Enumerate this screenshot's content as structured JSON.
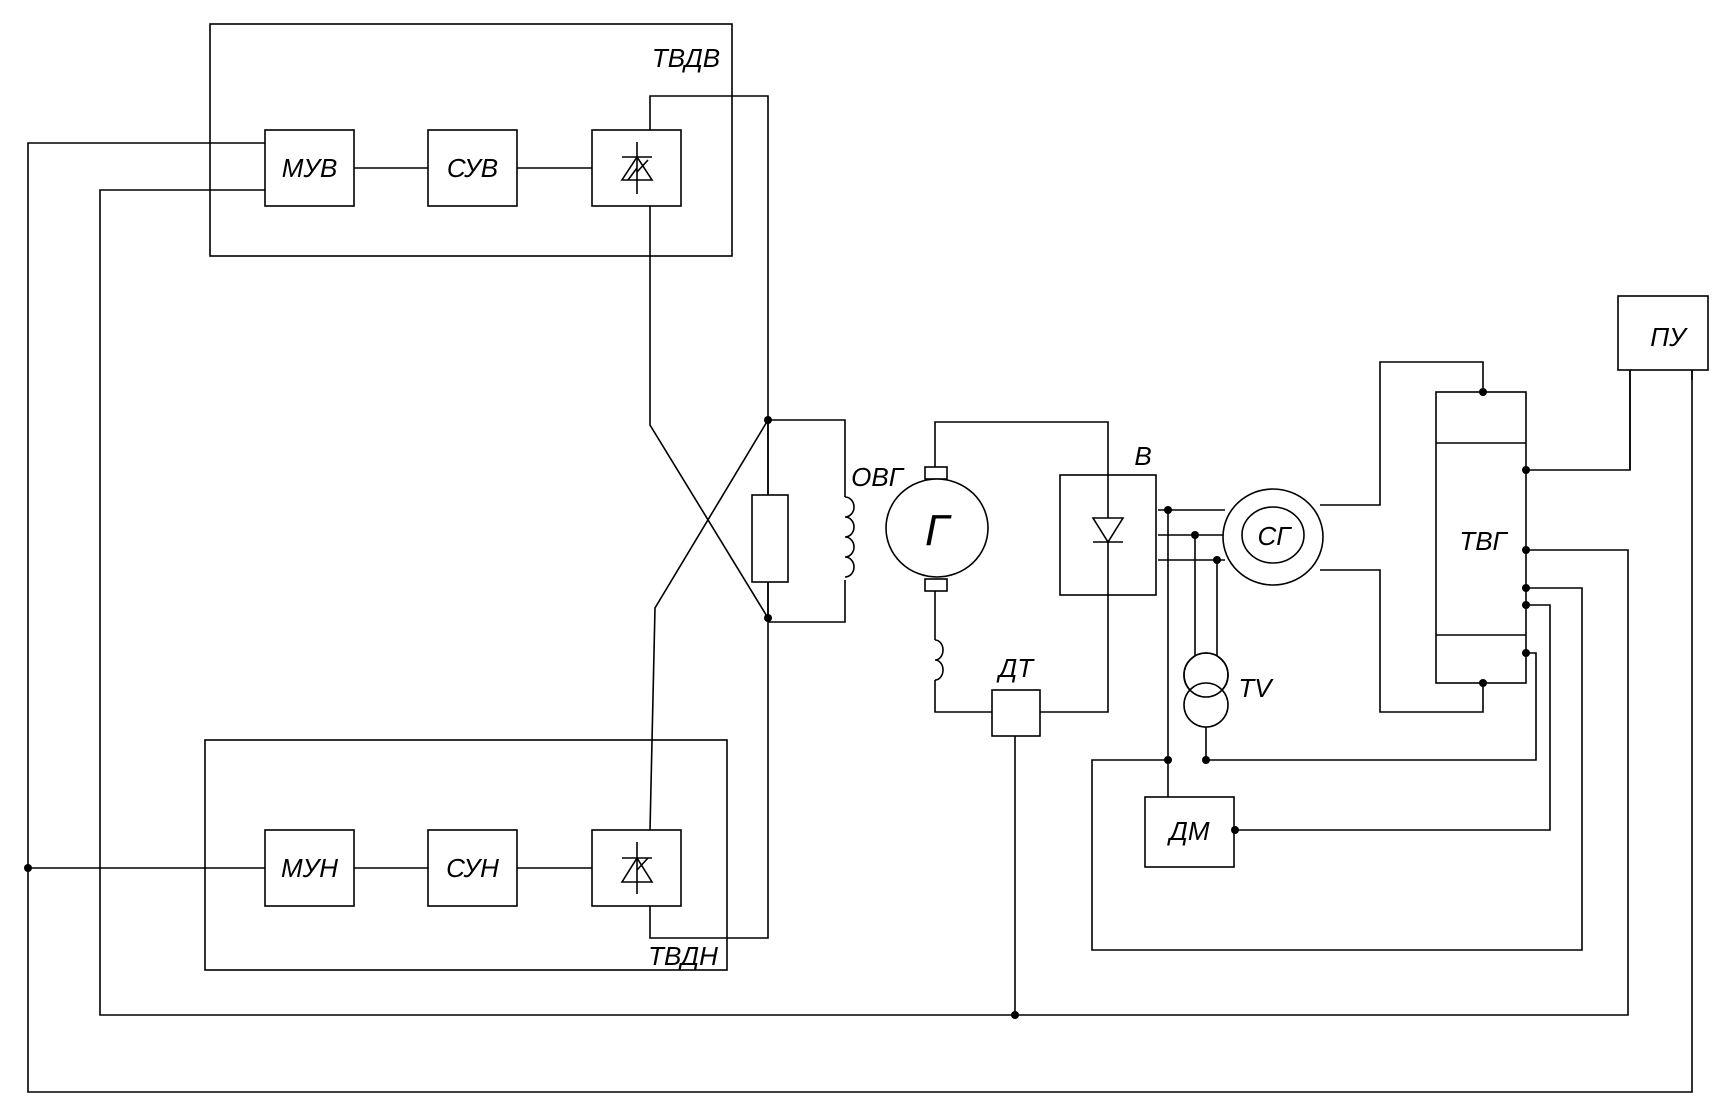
{
  "labels": {
    "tvdv": "ТВДВ",
    "tvdn": "ТВДН",
    "muv": "МУВ",
    "suv": "СУВ",
    "mun": "МУН",
    "sun": "СУН",
    "ovg": "ОВГ",
    "g": "Г",
    "v": "В",
    "dt": "ДТ",
    "sg": "СГ",
    "tv": "TV",
    "dm": "ДМ",
    "tvg": "ТВГ",
    "pu": "ПУ"
  }
}
